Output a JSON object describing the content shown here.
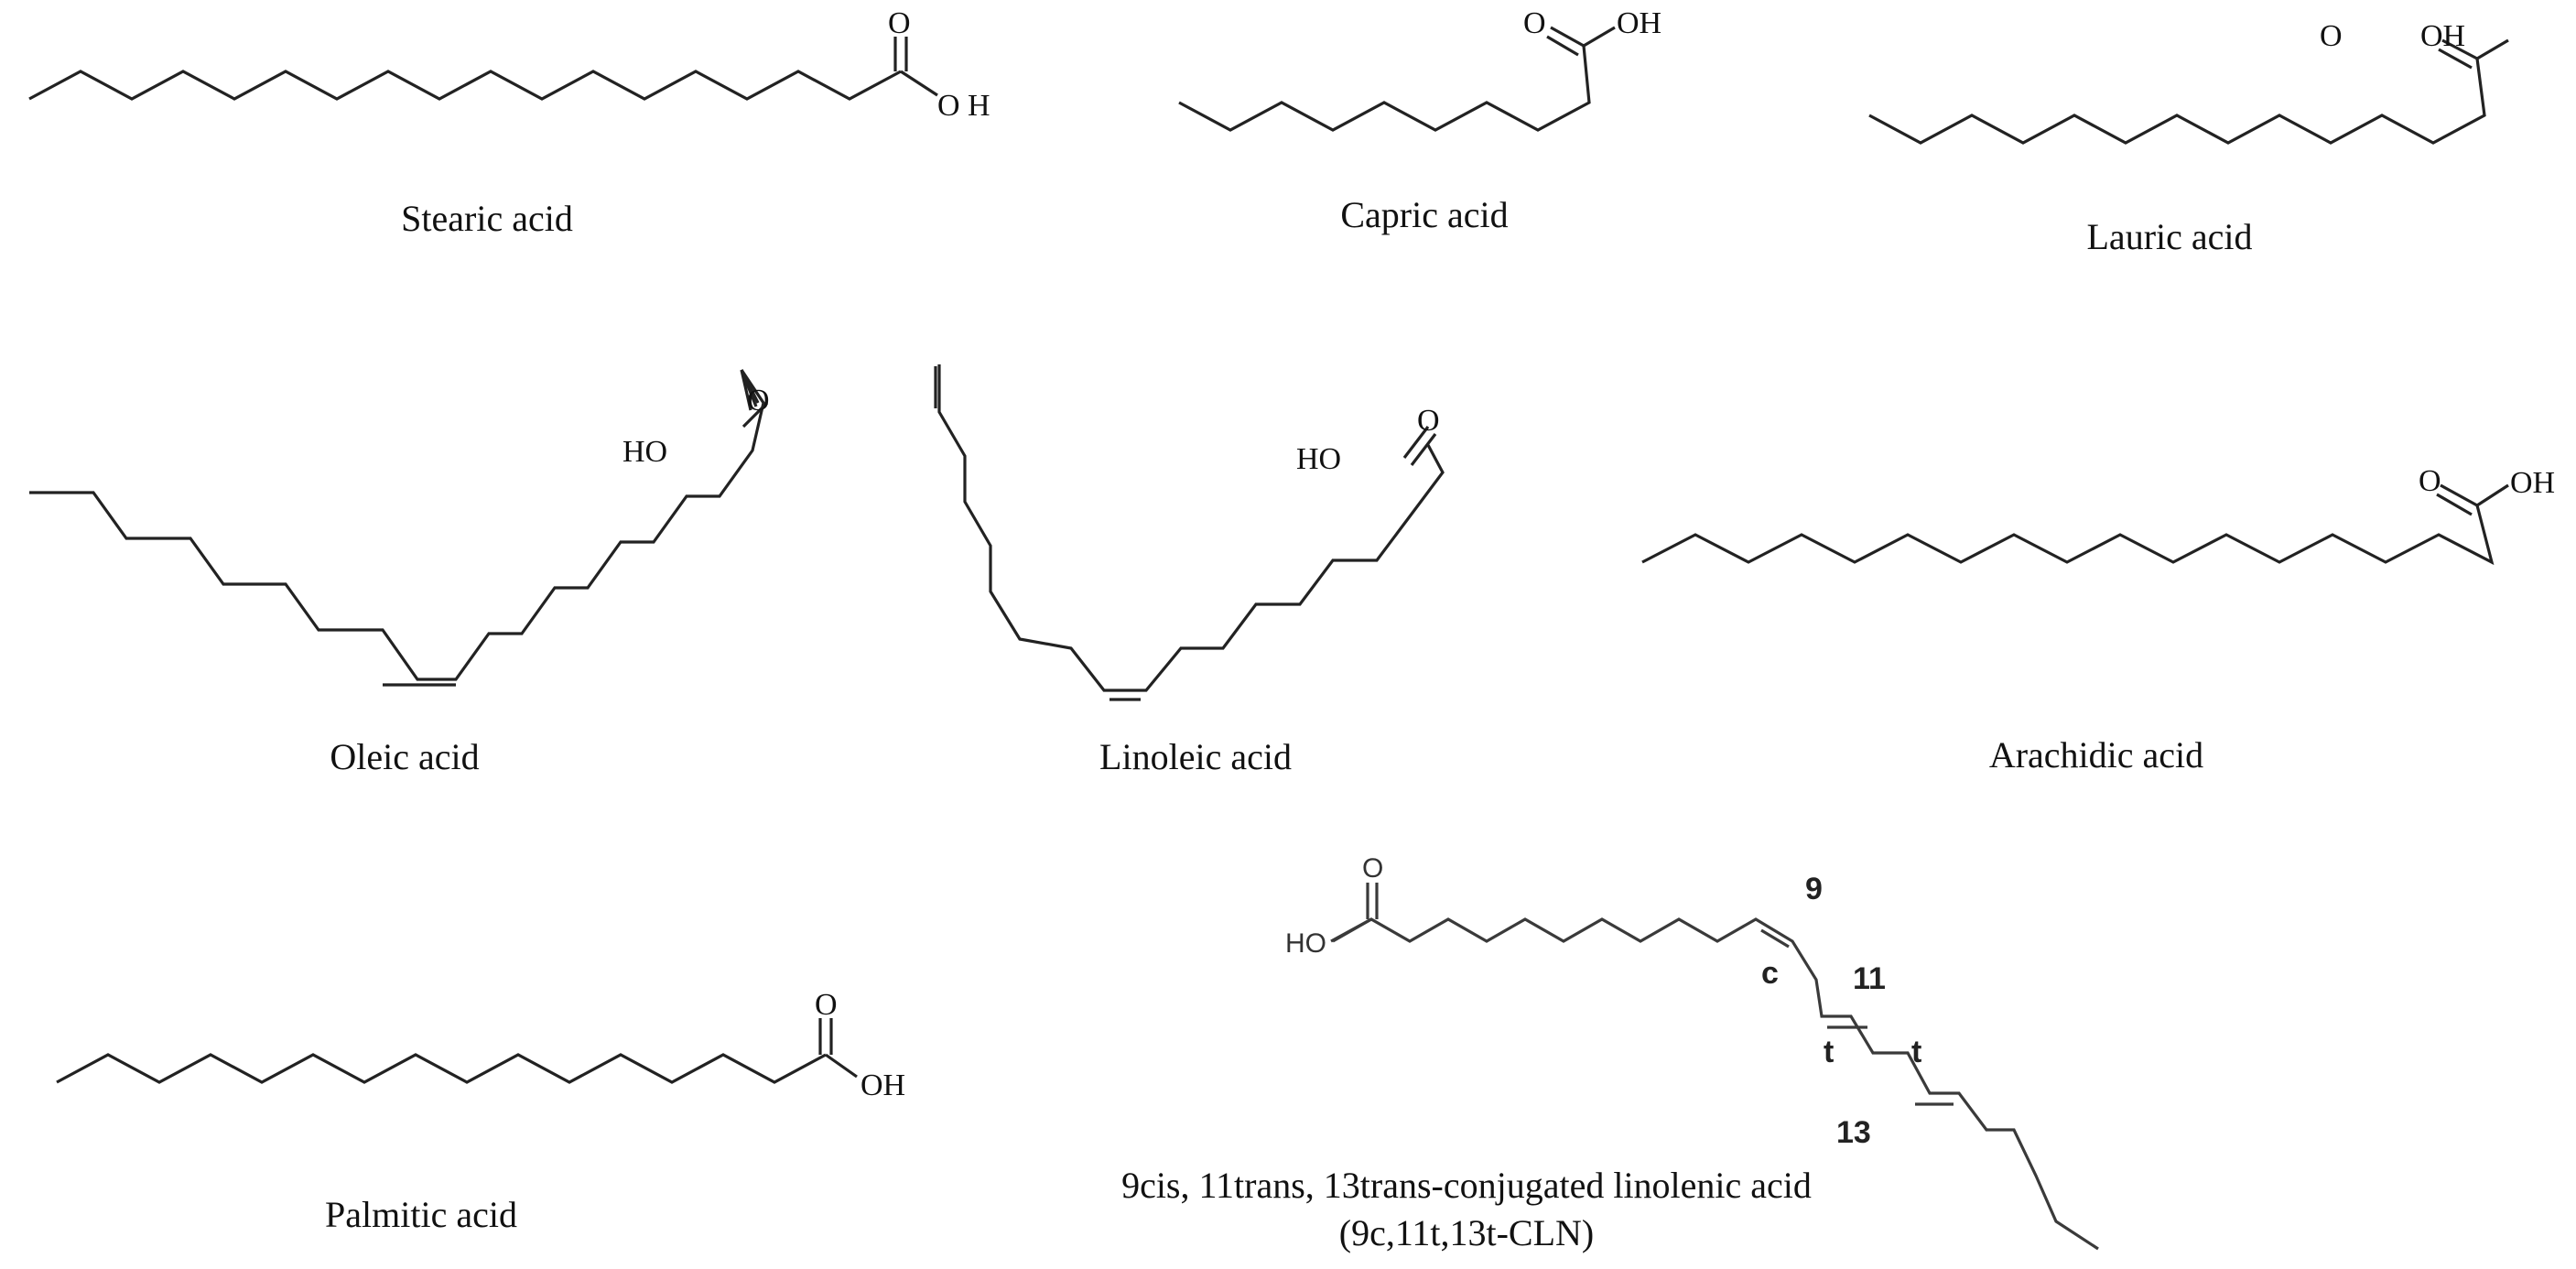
{
  "molecules": {
    "stearic": {
      "name": "Stearic acid",
      "o_label": "O",
      "oh_label": "O H"
    },
    "capric": {
      "name": "Capric acid",
      "o_label": "O",
      "oh_label": "OH"
    },
    "lauric": {
      "name": "Lauric acid",
      "o_label": "O",
      "oh_label": "OH"
    },
    "oleic": {
      "name": "Oleic acid",
      "o_label": "O",
      "oh_label": "HO"
    },
    "linoleic": {
      "name": "Linoleic acid",
      "o_label": "O",
      "oh_label": "HO"
    },
    "arachidic": {
      "name": "Arachidic acid",
      "o_label": "O",
      "oh_label": "OH"
    },
    "palmitic": {
      "name": "Palmitic acid",
      "o_label": "O",
      "oh_label": "OH"
    },
    "cln": {
      "name_line1": "9cis, 11trans, 13trans-conjugated linolenic acid",
      "name_line2": "(9c,11t,13t-CLN)",
      "o_label": "O",
      "oh_label": "HO",
      "locants": {
        "c9": "9",
        "c11": "11",
        "c13": "13"
      },
      "geometry_labels": {
        "cis": "c",
        "trans1": "t",
        "trans2": "t"
      }
    }
  },
  "colors": {
    "bond": "#222222",
    "text": "#111111"
  }
}
